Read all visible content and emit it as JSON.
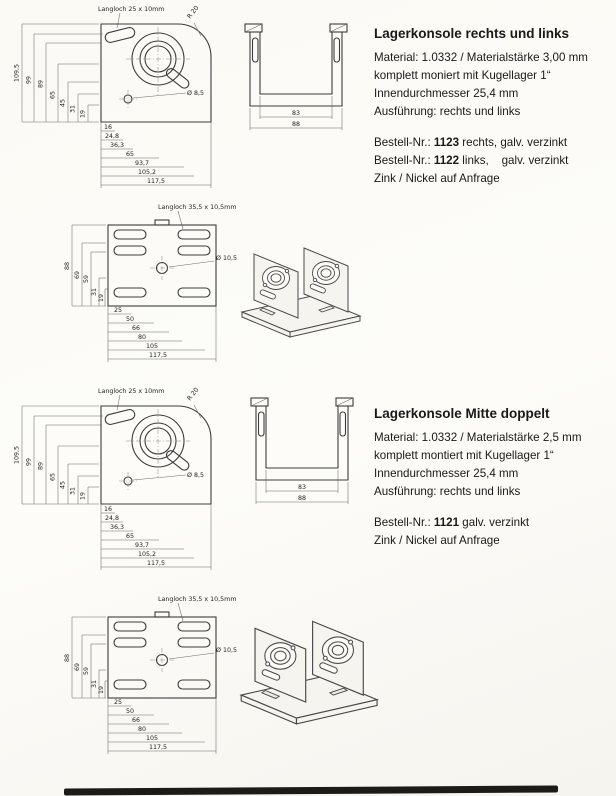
{
  "sections": [
    {
      "heading": "Lagerkonsole rechts und links",
      "lines": [
        "Material: 1.0332 / Materialstärke 3,00 mm",
        "komplett moniert mit Kugellager 1“",
        "Innendurchmesser 25,4 mm",
        "Ausführung: rechts und links"
      ],
      "orders": [
        {
          "prefix": "Bestell-Nr.: ",
          "number": "1123",
          "suffix": " rechts, galv. verzinkt"
        },
        {
          "prefix": "Bestell-Nr.: ",
          "number": "1122",
          "suffix": " links,    galv. verzinkt"
        }
      ],
      "note": "Zink / Nickel auf Anfrage"
    },
    {
      "heading": "Lagerkonsole Mitte doppelt",
      "lines": [
        "Material: 1.0332 / Materialstärke 2,5 mm",
        "komplett montiert mit Kugellager 1“",
        "Innendurchmesser 25,4 mm",
        "Ausführung: rechts und links"
      ],
      "orders": [
        {
          "prefix": "Bestell-Nr.: ",
          "number": "1121",
          "suffix": " galv. verzinkt"
        }
      ],
      "note": "Zink / Nickel auf Anfrage"
    }
  ],
  "drawA": {
    "slot_label": "Langloch 25 x 10mm",
    "radius": "R 20",
    "diameter": "Ø 8,5",
    "v": [
      "109,5",
      "99",
      "89",
      "65",
      "45",
      "31",
      "19"
    ],
    "h": [
      "16",
      "24,8",
      "36,3",
      "65",
      "93,7",
      "105,2",
      "117,5"
    ],
    "side_inner": "83",
    "side_outer": "88"
  },
  "drawC": {
    "slot_label": "Langloch 35,5 x 10,5mm",
    "diameter": "Ø 10,5",
    "v": [
      "88",
      "69",
      "59",
      "31",
      "19"
    ],
    "h": [
      "25",
      "50",
      "66",
      "80",
      "105",
      "117,5"
    ]
  }
}
